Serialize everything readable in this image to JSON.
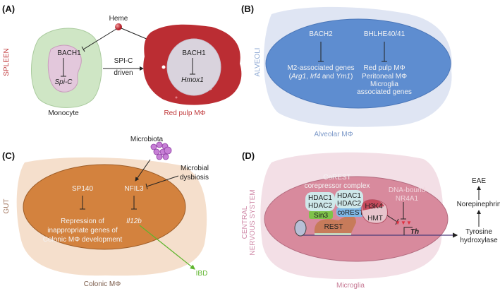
{
  "panelA": {
    "label": "(A)",
    "tissue": "SPLEEN",
    "heme": "Heme",
    "left_factor": "BACH1",
    "left_target": "Spi-C",
    "arrow_line1": "SPI-C",
    "arrow_line2": "driven",
    "right_factor": "BACH1",
    "right_target": "Hmox1",
    "left_cell": "Monocyte",
    "right_cell": "Red pulp MΦ"
  },
  "panelB": {
    "label": "(B)",
    "tissue": "ALVEOLI",
    "left_factor": "BACH2",
    "left_target_1": "M2-associated genes",
    "left_target_2_open": "(",
    "arg1": "Arg1",
    "comma": ", ",
    "irf4": "Irf4",
    "and": " and ",
    "ym1": "Ym1",
    "close": ")",
    "right_factor": "BHLHE40/41",
    "right_targets": [
      "Red pulp MΦ",
      "Peritoneal MΦ",
      "Microglia",
      "associated genes"
    ],
    "cell": "Alveolar MΦ"
  },
  "panelC": {
    "label": "(C)",
    "tissue": "GUT",
    "microbiota": "Microbiota",
    "dysbiosis_1": "Microbial",
    "dysbiosis_2": "dysbiosis",
    "left_factor": "SP140",
    "left_targets": [
      "Repression of",
      "inappropriate genes of",
      "Colonic MΦ development"
    ],
    "right_factor": "NFIL3",
    "right_target": "Il12b",
    "disease": "IBD",
    "cell": "Colonic MΦ"
  },
  "panelD": {
    "label": "(D)",
    "tissue_1": "CENTRAL",
    "tissue_2": "NERVOUS SYSTEM",
    "complex_1": "CoREST",
    "complex_2": "corepressor complex",
    "hdac_a1": "HDAC1",
    "hdac_a2": "HDAC2",
    "hdac_b1": "HDAC1",
    "hdac_b2": "HDAC2",
    "sin3": "Sin3",
    "corest": "coREST",
    "rest": "REST",
    "h3k4": "H3K4",
    "hmt": "HMT",
    "nr4a1_1": "DNA-bound",
    "nr4a1_2": "NR4A1",
    "gene": "Th",
    "th_1": "Tyrosine",
    "th_2": "hydroxylase",
    "norepinephrin": "Norepinephrin",
    "eae": "EAE",
    "cell": "Microglia"
  },
  "colors": {
    "spleen": "#c0393b",
    "alveoli": "#8aa6d2",
    "gut": "#a0735a",
    "cns": "#d08aa8",
    "ibd": "#5fb52e"
  }
}
